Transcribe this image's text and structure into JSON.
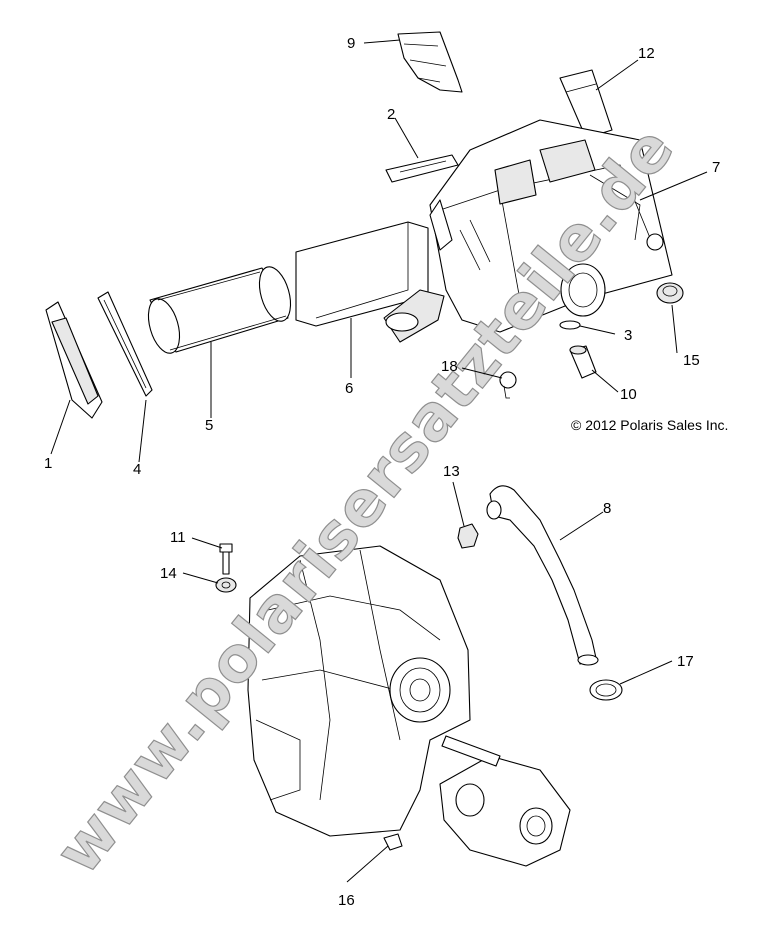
{
  "diagram": {
    "copyright": "© 2012 Polaris Sales Inc.",
    "watermark": "www.polarisersatzteile.de",
    "callouts": [
      {
        "id": "1",
        "label": "1"
      },
      {
        "id": "2",
        "label": "2"
      },
      {
        "id": "3",
        "label": "3"
      },
      {
        "id": "4",
        "label": "4"
      },
      {
        "id": "5",
        "label": "5"
      },
      {
        "id": "6",
        "label": "6"
      },
      {
        "id": "7",
        "label": "7"
      },
      {
        "id": "8",
        "label": "8"
      },
      {
        "id": "9",
        "label": "9"
      },
      {
        "id": "10",
        "label": "10"
      },
      {
        "id": "11",
        "label": "11"
      },
      {
        "id": "12",
        "label": "12"
      },
      {
        "id": "13",
        "label": "13"
      },
      {
        "id": "14",
        "label": "14"
      },
      {
        "id": "15",
        "label": "15"
      },
      {
        "id": "16",
        "label": "16"
      },
      {
        "id": "17",
        "label": "17"
      },
      {
        "id": "18",
        "label": "18"
      }
    ]
  }
}
